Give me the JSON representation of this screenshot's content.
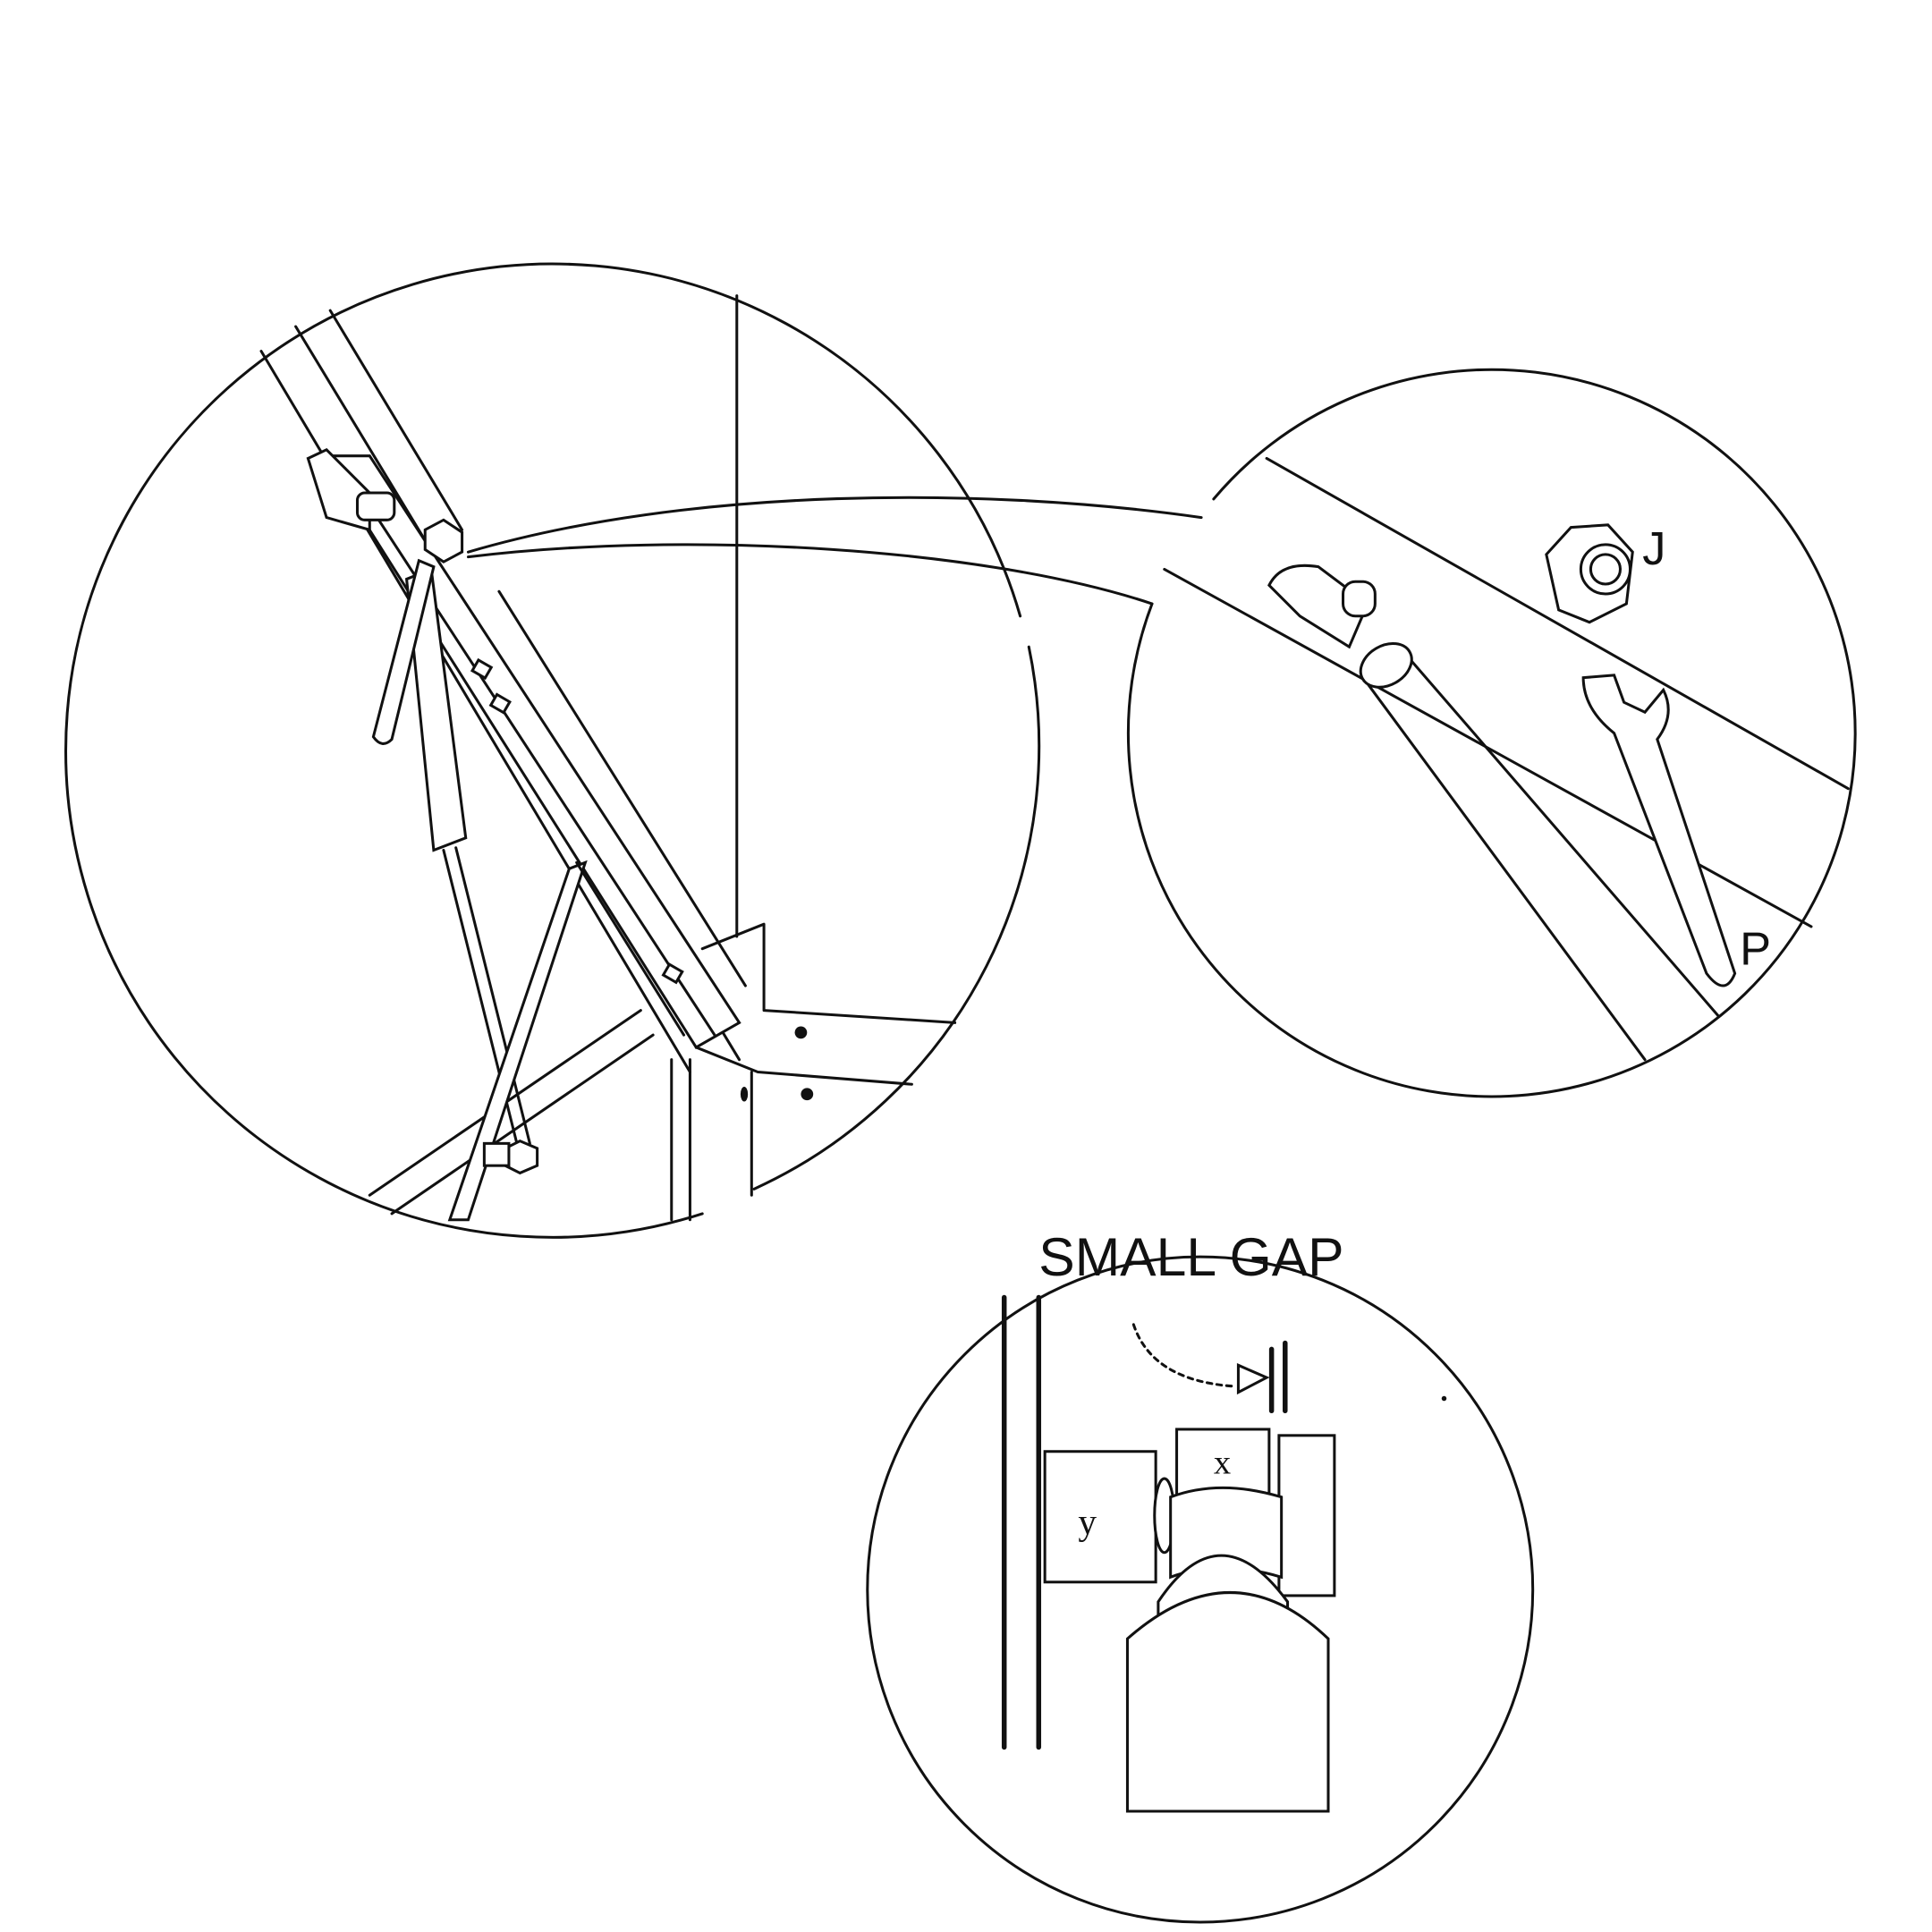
{
  "labels": {
    "nut_label": "J",
    "wrench_label": "P",
    "gap_caption": "SMALL GAP",
    "part_x": "x",
    "part_y": "y"
  },
  "colors": {
    "line": "#111111",
    "background": "#ffffff"
  }
}
